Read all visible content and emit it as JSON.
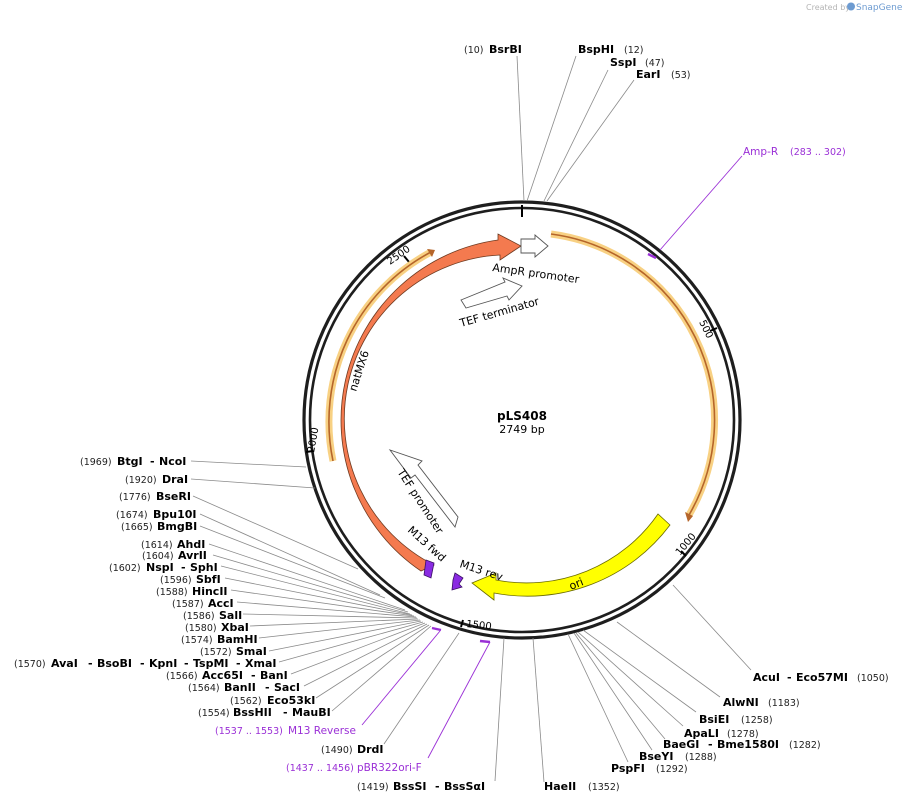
{
  "credit": {
    "prefix": "Created by",
    "brand": "SnapGene"
  },
  "plasmid": {
    "name": "pLS408",
    "size": "2749 bp"
  },
  "ticks": [
    "500",
    "1000",
    "1500",
    "2000",
    "2500"
  ],
  "features": {
    "amp_r": {
      "name": "Amp-R",
      "range": "(283 .. 302)"
    },
    "m13_reverse_site": {
      "name": "M13 Reverse",
      "range": "(1537 .. 1553)"
    },
    "pbr322ori_f": {
      "name": "pBR322ori-F",
      "range": "(1437 .. 1456)"
    },
    "natmx6": "natMX6",
    "ampr_promoter": "AmpR promoter",
    "tef_terminator": "TEF terminator",
    "tef_promoter": "TEF promoter",
    "m13_fwd": "M13 fwd",
    "m13_rev": "M13 rev",
    "ori": "ori"
  },
  "sites": {
    "bsrbi": {
      "pos": "(10)",
      "name": "BsrBI"
    },
    "bsphi": {
      "pos": "(12)",
      "name": "BspHI"
    },
    "sspi": {
      "pos": "(47)",
      "name": "SspI"
    },
    "eari": {
      "pos": "(53)",
      "name": "EarI"
    },
    "acui": {
      "name": "AcuI",
      "sep": "-",
      "name2": "Eco57MI",
      "pos": "(1050)"
    },
    "alwni": {
      "name": "AlwNI",
      "pos": "(1183)"
    },
    "bsiei": {
      "name": "BsiEI",
      "pos": "(1258)"
    },
    "apali": {
      "name": "ApaLI",
      "pos": "(1278)"
    },
    "baegi": {
      "name": "BaeGI",
      "sep": "-",
      "name2": "Bme1580I",
      "pos": "(1282)"
    },
    "bseyi": {
      "name": "BseYI",
      "pos": "(1288)"
    },
    "pspfi": {
      "name": "PspFI",
      "pos": "(1292)"
    },
    "haeii": {
      "name": "HaeII",
      "pos": "(1352)"
    },
    "bsssi": {
      "pos": "(1419)",
      "name": "BssSI",
      "sep": "-",
      "name2": "BssSαI"
    },
    "drdi": {
      "pos": "(1490)",
      "name": "DrdI"
    },
    "bsshii": {
      "pos": "(1554)",
      "name": "BssHII",
      "sep": "-",
      "name2": "MauBI"
    },
    "eco53ki": {
      "pos": "(1562)",
      "name": "Eco53kI"
    },
    "banii": {
      "pos": "(1564)",
      "name": "BanII",
      "sep": "-",
      "name2": "SacI"
    },
    "acc65i": {
      "pos": "(1566)",
      "name": "Acc65I",
      "sep": "-",
      "name2": "BanI"
    },
    "avai": {
      "pos": "(1570)",
      "name": "AvaI",
      "sep1": "-",
      "name2": "BsoBI",
      "sep2": "-",
      "name3": "KpnI",
      "sep3": "-",
      "name4": "TspMI",
      "sep4": "-",
      "name5": "XmaI"
    },
    "smai": {
      "pos": "(1572)",
      "name": "SmaI"
    },
    "bamhi": {
      "pos": "(1574)",
      "name": "BamHI"
    },
    "xbai": {
      "pos": "(1580)",
      "name": "XbaI"
    },
    "sali": {
      "pos": "(1586)",
      "name": "SalI"
    },
    "acci": {
      "pos": "(1587)",
      "name": "AccI"
    },
    "hincii": {
      "pos": "(1588)",
      "name": "HincII"
    },
    "sbfi": {
      "pos": "(1596)",
      "name": "SbfI"
    },
    "nspi": {
      "pos": "(1602)",
      "name": "NspI",
      "sep": "-",
      "name2": "SphI"
    },
    "avrii": {
      "pos": "(1604)",
      "name": "AvrII"
    },
    "ahdi": {
      "pos": "(1614)",
      "name": "AhdI"
    },
    "bmgbi": {
      "pos": "(1665)",
      "name": "BmgBI"
    },
    "bpu10i": {
      "pos": "(1674)",
      "name": "Bpu10I"
    },
    "bseri": {
      "pos": "(1776)",
      "name": "BseRI"
    },
    "drai": {
      "pos": "(1920)",
      "name": "DraI"
    },
    "btgi": {
      "pos": "(1969)",
      "name": "BtgI",
      "sep": "-",
      "name2": "NcoI"
    }
  },
  "colors": {
    "backbone": "#1e1e1e",
    "natmx6": "#f47a4f",
    "ori": "#ffff00",
    "feature_purple": "#9a2fd6",
    "primer_track": "#f5c15a",
    "brand_blue": "#6d9bd1"
  }
}
